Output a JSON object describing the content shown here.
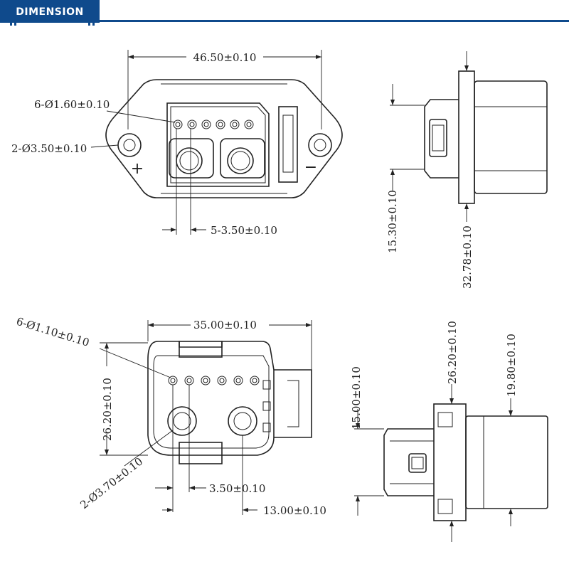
{
  "header": {
    "title": "DIMENSION",
    "accent_color": "#0f4a8c"
  },
  "top_view": {
    "overall_width": "46.50±0.10",
    "signal_holes": "6-Ø1.60±0.10",
    "mount_holes": "2-Ø3.50±0.10",
    "pin_pitch": "5-3.50±0.10",
    "plus_mark": "+",
    "minus_mark": "−"
  },
  "side_view_top": {
    "flange_height": "15.30±0.10",
    "body_height": "32.78±0.10"
  },
  "bottom_view": {
    "overall_width": "35.00±0.10",
    "signal_holes": "6-Ø1.10±0.10",
    "height": "26.20±0.10",
    "power_holes": "2-Ø3.70±0.10",
    "pin_pitch": "3.50±0.10",
    "power_pitch": "13.00±0.10"
  },
  "side_view_bottom": {
    "flange_offset": "15.00±0.10",
    "height": "26.20±0.10",
    "body_height": "19.80±0.10"
  }
}
